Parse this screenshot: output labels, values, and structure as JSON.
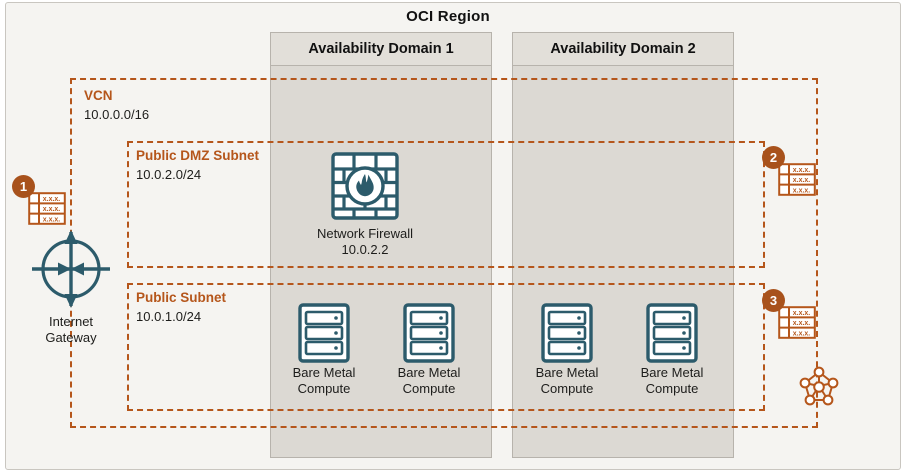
{
  "region": {
    "title": "OCI Region"
  },
  "availability_domains": [
    {
      "label": "Availability Domain 1"
    },
    {
      "label": "Availability Domain 2"
    }
  ],
  "networks": {
    "vcn": {
      "label": "VCN",
      "cidr": "10.0.0.0/16"
    },
    "dmz_subnet": {
      "label": "Public DMZ Subnet",
      "cidr": "10.0.2.0/24"
    },
    "public_subnet": {
      "label": "Public Subnet",
      "cidr": "10.0.1.0/24"
    }
  },
  "internet_gateway": {
    "icon": "internet-gateway-icon",
    "line1": "Internet",
    "line2": "Gateway"
  },
  "network_firewall": {
    "icon": "network-firewall-icon",
    "line1": "Network Firewall",
    "line2": "10.0.2.2"
  },
  "compute_nodes": [
    {
      "icon": "bare-metal-compute-icon",
      "line1": "Bare Metal",
      "line2": "Compute",
      "ad": "Availability Domain 1"
    },
    {
      "icon": "bare-metal-compute-icon",
      "line1": "Bare Metal",
      "line2": "Compute",
      "ad": "Availability Domain 1"
    },
    {
      "icon": "bare-metal-compute-icon",
      "line1": "Bare Metal",
      "line2": "Compute",
      "ad": "Availability Domain 2"
    },
    {
      "icon": "bare-metal-compute-icon",
      "line1": "Bare Metal",
      "line2": "Compute",
      "ad": "Availability Domain 2"
    }
  ],
  "callouts": [
    {
      "number": "1",
      "icon": "route-table-icon",
      "rows": [
        "x.x.x.",
        "x.x.x.",
        "x.x.x."
      ]
    },
    {
      "number": "2",
      "icon": "route-table-icon",
      "rows": [
        "x.x.x.",
        "x.x.x.",
        "x.x.x."
      ]
    },
    {
      "number": "3",
      "icon": "route-table-icon",
      "rows": [
        "x.x.x.",
        "x.x.x.",
        "x.x.x."
      ]
    }
  ],
  "service_network": {
    "icon": "service-network-icon"
  },
  "colors": {
    "accent_orange": "#b5561b",
    "badge_orange": "#a8521c",
    "icon_teal": "#2c5b6b",
    "region_bg": "#f5f4f1",
    "ad_bg": "#dcd9d3",
    "ad_header_bg": "#e2dfd9",
    "text_dark": "#1d1d1b"
  }
}
